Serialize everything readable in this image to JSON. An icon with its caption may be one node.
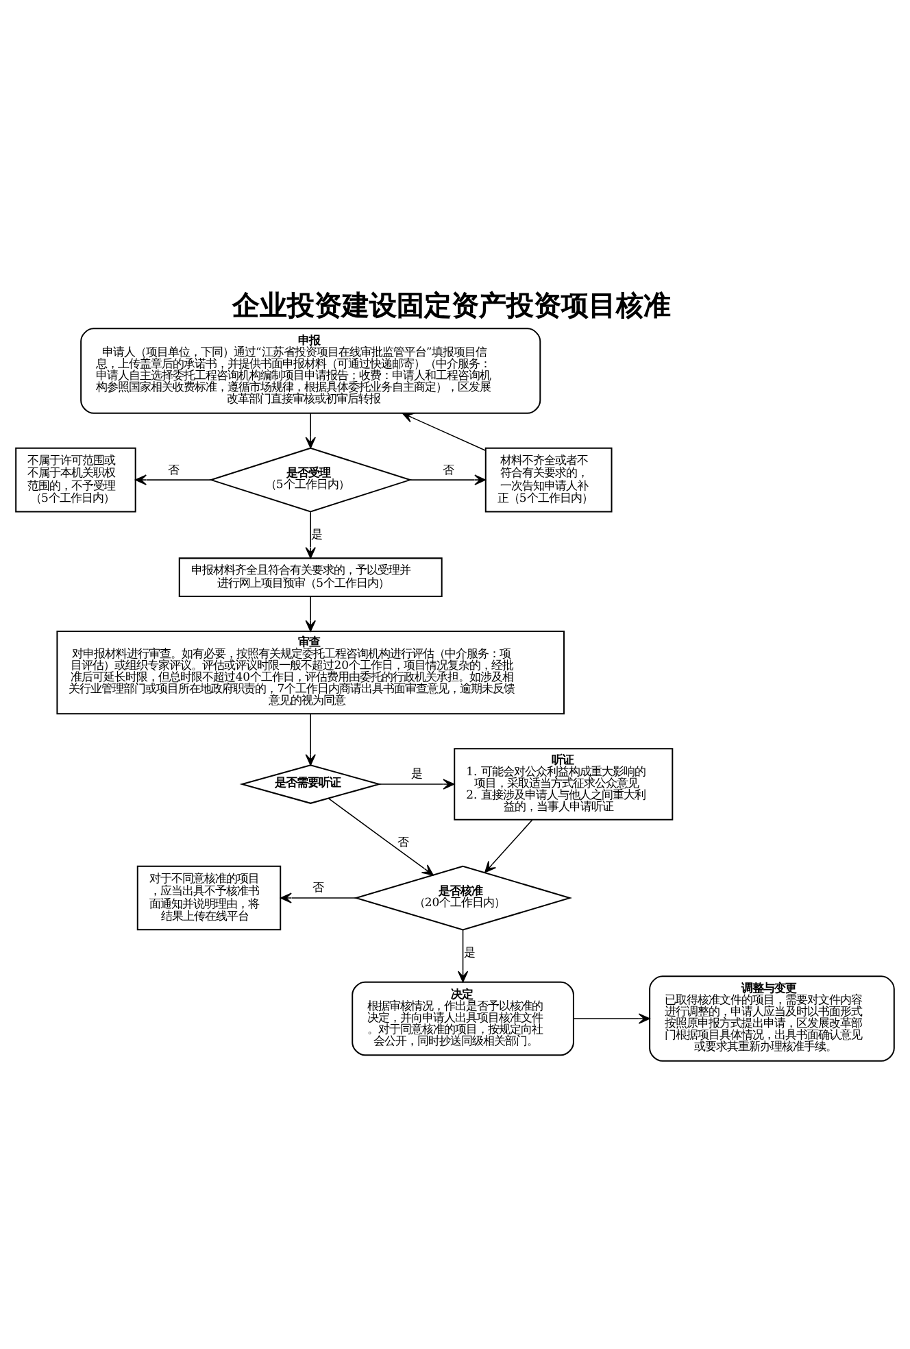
{
  "diagram": {
    "title": "企业投资建设固定资产投资项目核准",
    "nodes": [
      {
        "text": [
          "申报",
          "申请人（项目单位，下同）通过“江苏省投资项目在线审批监管平台”填报项目信息，上传盖章后的承诺书，并提供书面申报材料（可通过快递邮寄）（中介服务：申请人自主选择委托工程咨询机构编制项目申请报告；收费：申请人和工程咨询机构参照国家相关收费标准，遵循市场规律，根据具体委托业务自主商定），区发展改革部门直接审核或初审后转报"
        ]
      },
      {
        "text": [
          "是否受理",
          "（5个工作日内）"
        ]
      },
      {
        "text": [
          "不属于许可范围或不属于本机关职权范围的，不予受理（5个工作日内）"
        ]
      },
      {
        "text": [
          "材料不齐全或者不符合有关要求的，一次告知申请人补正（5个工作日内）"
        ]
      },
      {
        "text": [
          "申报材料齐全且符合有关要求的，予以受理并进行网上项目预审（5个工作日内）"
        ]
      },
      {
        "text": [
          "审查",
          "对申报材料进行审查。如有必要，按照有关规定委托工程咨询机构进行评估（中介服务：项目评估）或组织专家评议。评估或评议时限一般不超过20个工作日，项目情况复杂的，经批准后可延长时限，但总时限不超过40个工作日，评估费用由委托的行政机关承担。如涉及相关行业管理部门或项目所在地政府职责的，7个工作日内商请出具书面审查意见，逾期未反馈意见的视为同意"
        ]
      },
      {
        "text": [
          "是否需要听证"
        ]
      },
      {
        "text": [
          "听证",
          "1. 可能会对公众利益构成重大影响的项目，采取适当方式征求公众意见",
          "2. 直接涉及申请人与他人之间重大利益的，当事人申请听证"
        ]
      },
      {
        "text": [
          "是否核准",
          "（20个工作日内）"
        ]
      },
      {
        "text": [
          "对于不同意核准的项目，应当出具不予核准书面通知并说明理由，将结果上传在线平台"
        ]
      },
      {
        "text": [
          "决定",
          "根据审核情况，作出是否予以核准的决定，并向申请人出具项目核准文件。对于同意核准的项目，按规定向社会公开，同时抄送同级相关部门。"
        ]
      },
      {
        "text": [
          "调整与变更",
          "已取得核准文件的项目，需要对文件内容进行调整的，申请人应当及时以书面形式按照原申报方式提出申请，区发展改革部门根据项目具体情况，出具书面确认意见或要求其重新办理核准手续。"
        ]
      }
    ],
    "edges": [
      {
        "from": 0,
        "to": 1,
        "arrow": "to"
      },
      {
        "from": 1,
        "to": 2,
        "arrow": "to",
        "label": "否"
      },
      {
        "from": 1,
        "to": 3,
        "arrow": "to",
        "label": "否"
      },
      {
        "from": 3,
        "to": 0,
        "arrow": "to"
      },
      {
        "from": 1,
        "to": 4,
        "arrow": "to",
        "label": "是"
      },
      {
        "from": 4,
        "to": 5,
        "arrow": "to"
      },
      {
        "from": 5,
        "to": 6,
        "arrow": "to"
      },
      {
        "from": 6,
        "to": 7,
        "arrow": "to",
        "label": "是"
      },
      {
        "from": 6,
        "to": 8,
        "arrow": "to",
        "label": "否"
      },
      {
        "from": 7,
        "to": 8,
        "arrow": "to"
      },
      {
        "from": 8,
        "to": 9,
        "arrow": "to",
        "label": "否"
      },
      {
        "from": 8,
        "to": 10,
        "arrow": "to",
        "label": "是"
      },
      {
        "from": 10,
        "to": 11,
        "arrow": "to"
      }
    ]
  }
}
